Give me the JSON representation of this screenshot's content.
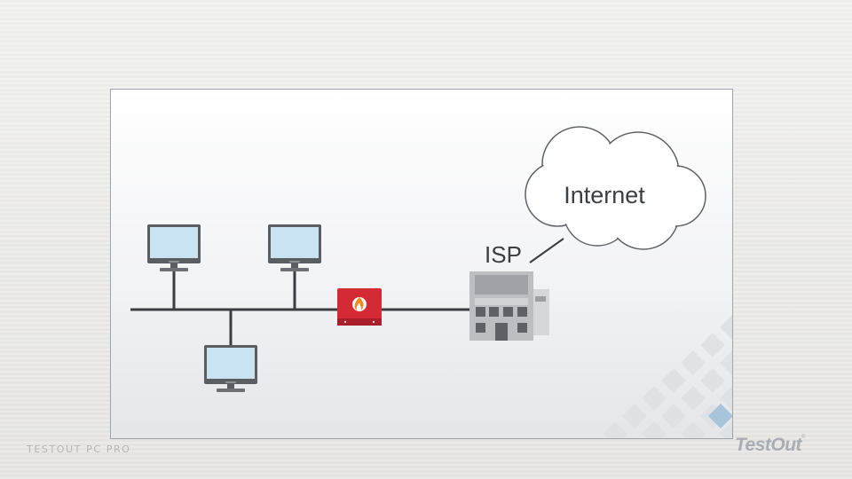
{
  "diagram": {
    "internet_label": "Internet",
    "isp_label": "ISP"
  },
  "icons": {
    "computer": "computer-icon",
    "firewall": "firewall-icon",
    "isp_building": "building-icon",
    "cloud": "cloud-icon"
  },
  "colors": {
    "firewall_red": "#d42a36",
    "screen_blue": "#c9e3f3",
    "building_gray": "#b8babd",
    "pattern_blue": "#a8c4da"
  },
  "footer": {
    "course_label": "TESTOUT PC PRO",
    "brand": "TestOut"
  }
}
